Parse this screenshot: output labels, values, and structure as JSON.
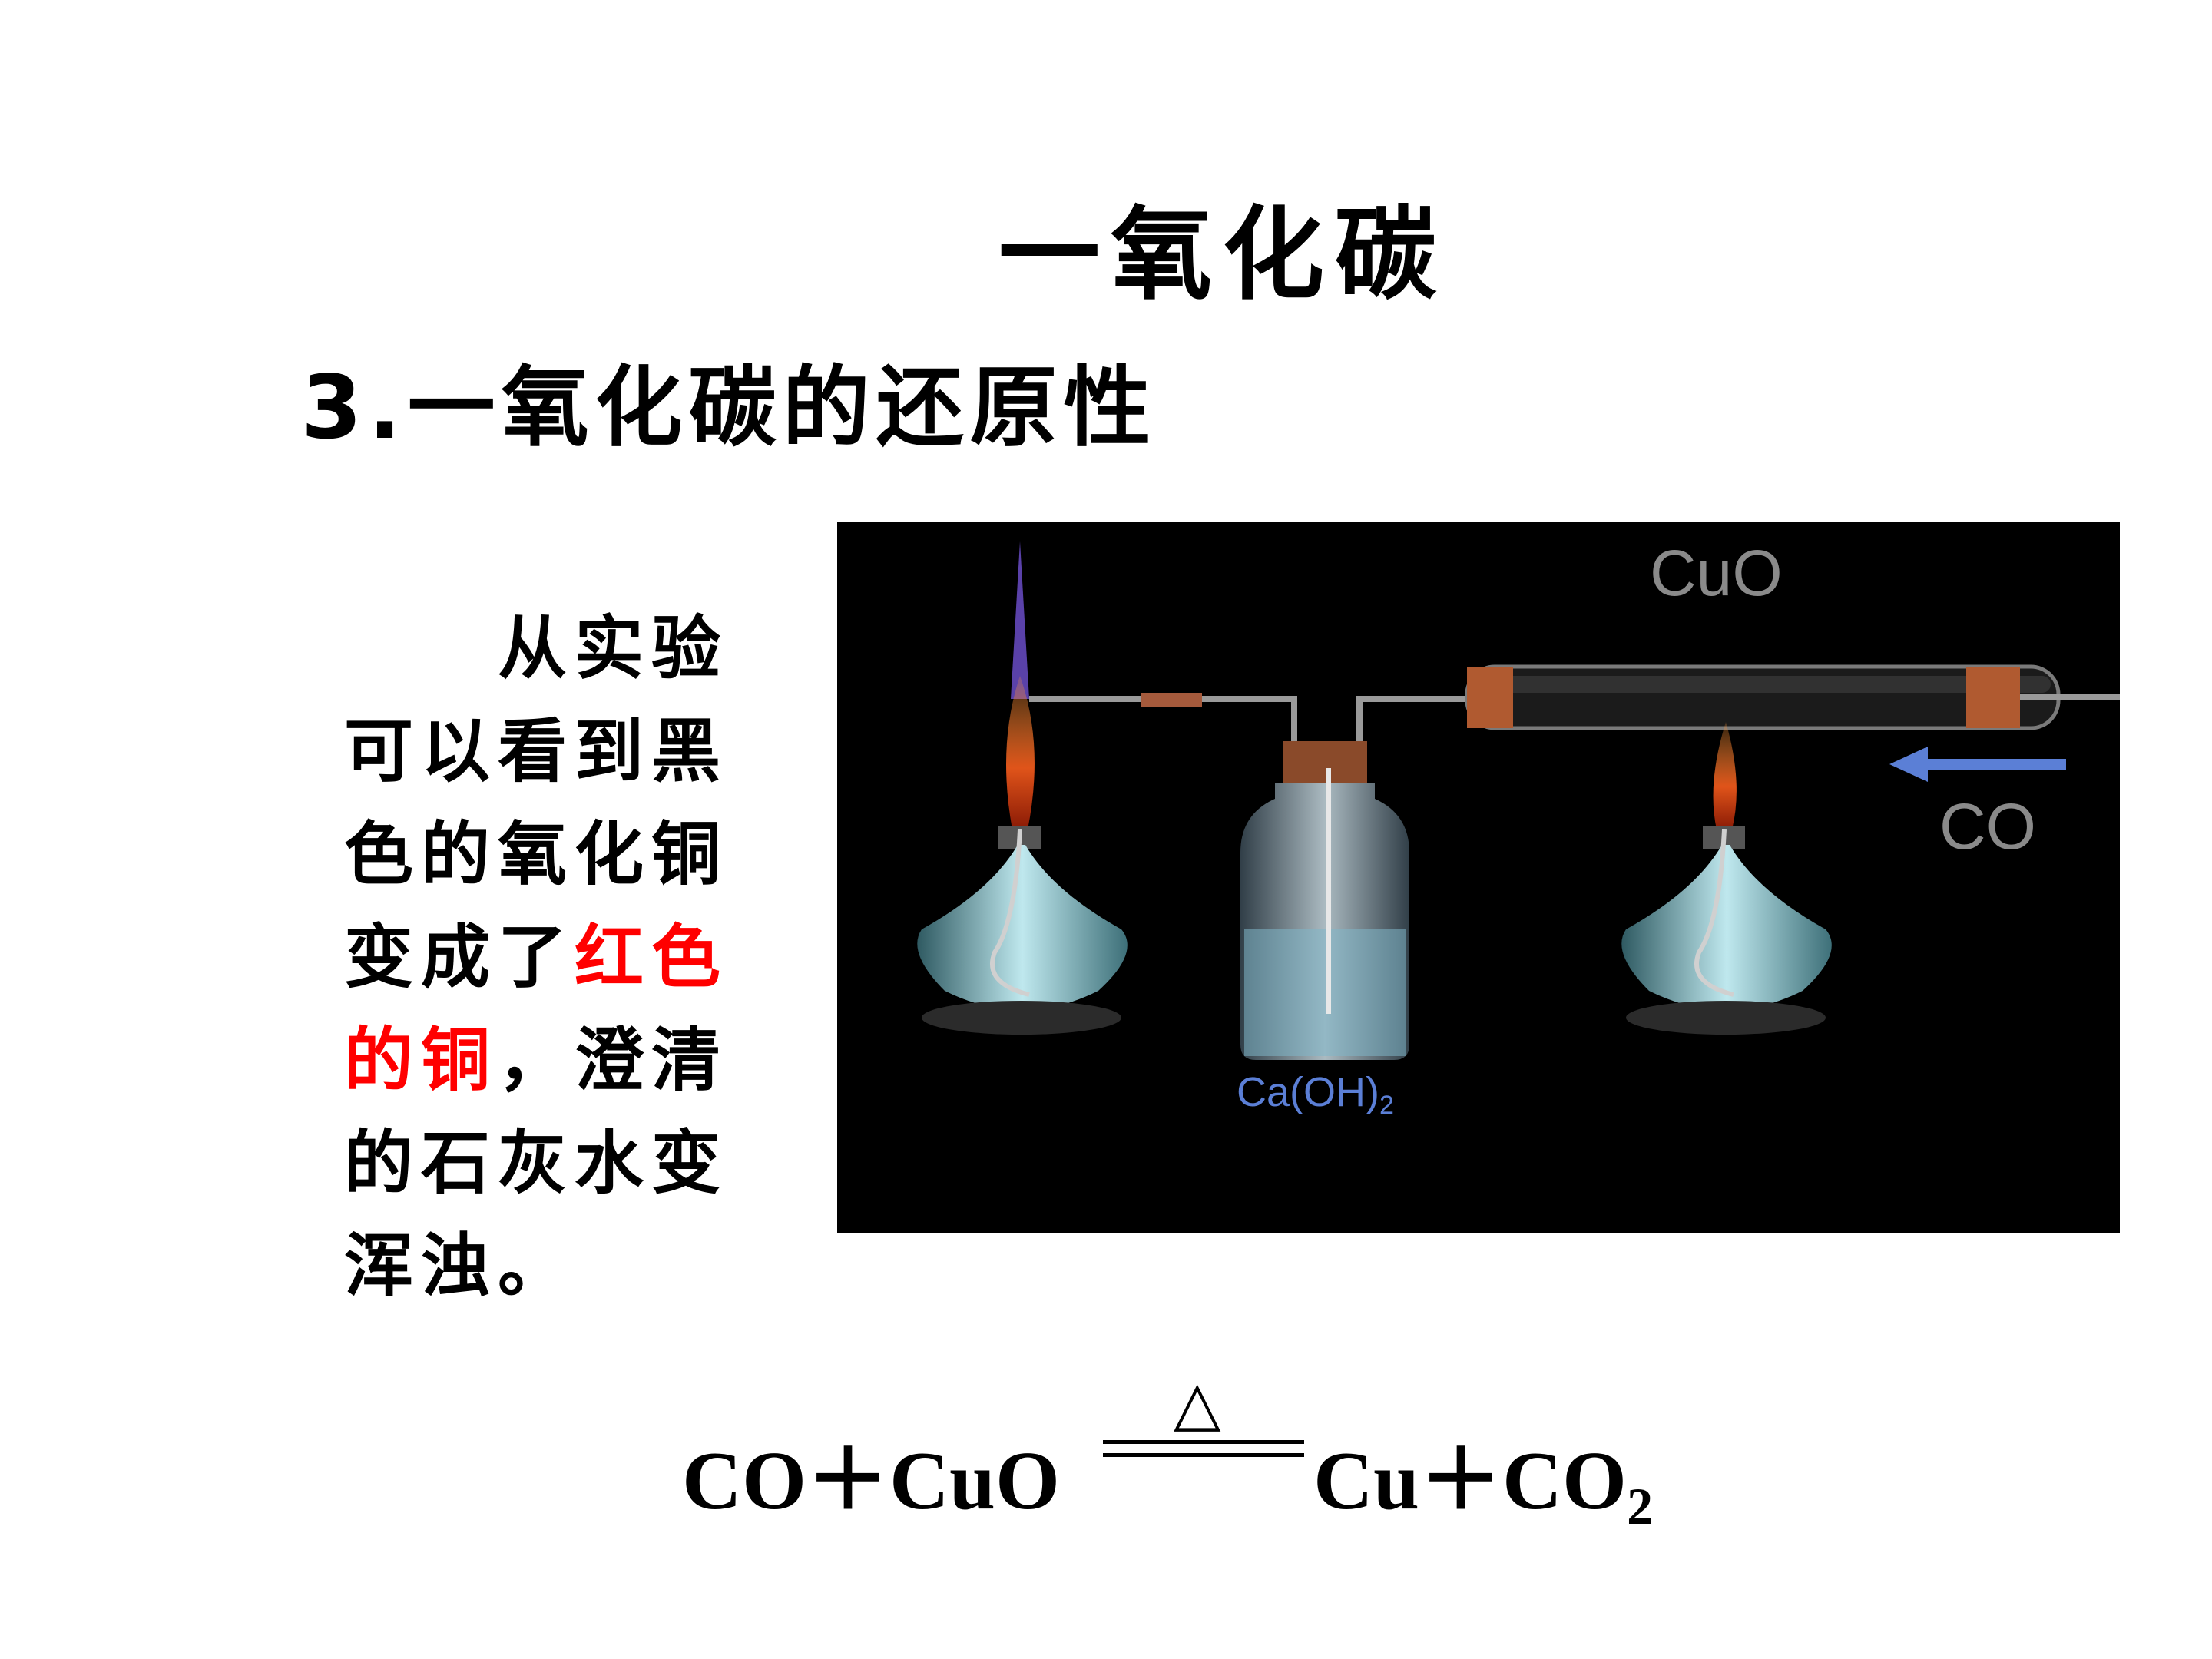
{
  "slide": {
    "title": "一氧化碳",
    "subtitle": "3.一氧化碳的还原性"
  },
  "observation": {
    "text_part1": "从实验可以看到黑色的氧化铜变成了",
    "text_red": "红色的铜",
    "text_part2": "，澄清的石灰水变浑浊。",
    "highlight_color": "#ff0000"
  },
  "figure": {
    "tube_label": "CuO",
    "gas_label": "CO",
    "bottle_label": "Ca(OH)2",
    "background_color": "#000000",
    "arrow_color": "#5b7fd6"
  },
  "equation": {
    "lhs": "CO＋CuO",
    "condition": "△",
    "rhs": "Cu＋CO",
    "rhs_subscript": "2"
  }
}
